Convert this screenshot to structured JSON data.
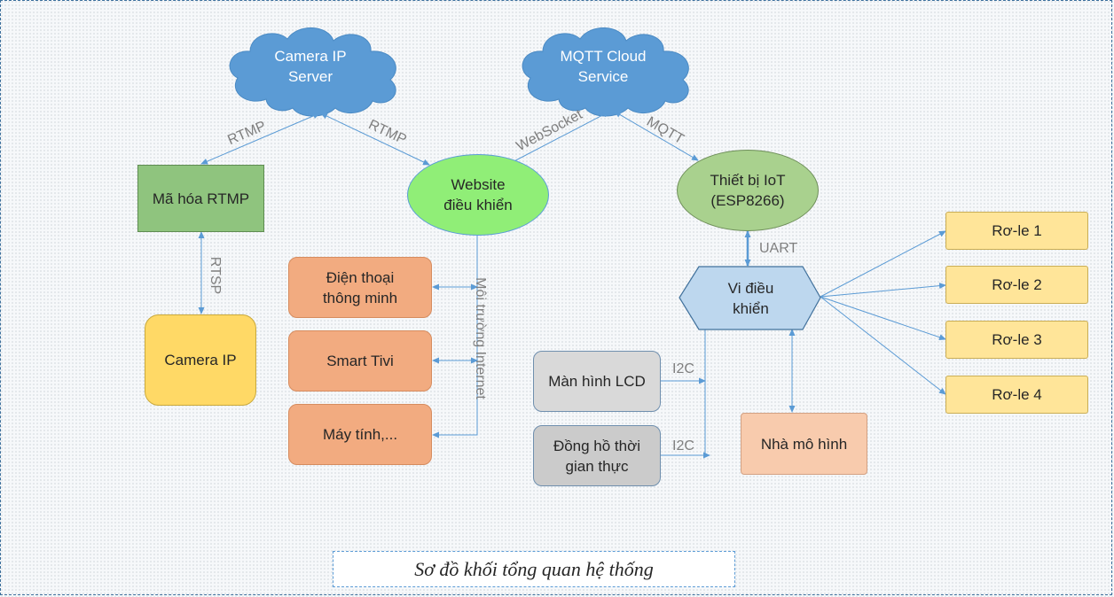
{
  "nodes": {
    "camera_server": "Camera IP\nServer",
    "mqtt_cloud": "MQTT Cloud\nService",
    "rtmp_encoder": "Mã hóa RTMP",
    "website": "Website\nđiều khiển",
    "iot_device": "Thiết bị IoT\n(ESP8266)",
    "camera_ip": "Camera IP",
    "smartphone": "Điện thoại\nthông minh",
    "smart_tv": "Smart Tivi",
    "computer": "Máy tính,...",
    "microcontroller": "Vi điều\nkhiển",
    "lcd": "Màn hình LCD",
    "rtc": "Đồng hồ thời\ngian thực",
    "model_house": "Nhà mô hình",
    "relay_1": "Rơ-le 1",
    "relay_2": "Rơ-le 2",
    "relay_3": "Rơ-le 3",
    "relay_4": "Rơ-le 4"
  },
  "edge_labels": {
    "rtmp_left": "RTMP",
    "rtmp_right": "RTMP",
    "websocket": "WebSocket",
    "mqtt": "MQTT",
    "rtsp": "RTSP",
    "internet": "Môi trường Internet",
    "uart": "UART",
    "i2c_lcd": "I2C",
    "i2c_rtc": "I2C"
  },
  "caption": "Sơ đồ khối tổng quan hệ thống",
  "colors": {
    "cloud": "#5b9bd5",
    "arrow": "#5b9bd5",
    "frame": "#3b6f9c"
  }
}
